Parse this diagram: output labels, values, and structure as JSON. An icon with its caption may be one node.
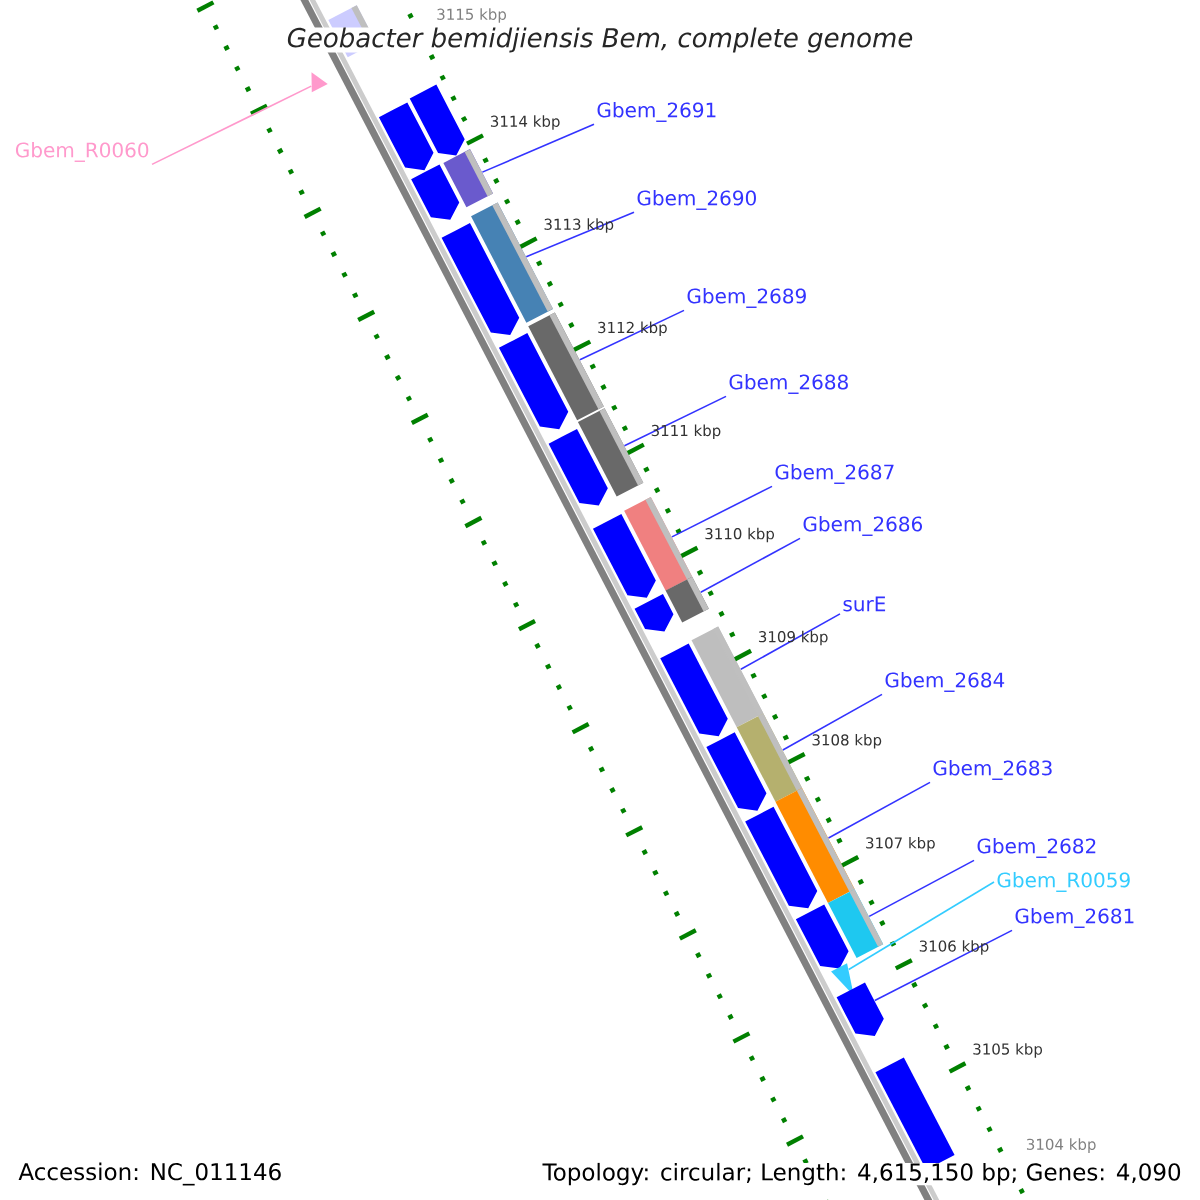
{
  "diagram": {
    "title": "Geobacter bemidjiensis Bem, complete genome",
    "nodes": [
      {
        "text": [
          "Gbem_2691"
        ]
      },
      {
        "text": [
          "Gbem_R0060"
        ]
      },
      {
        "text": [
          "Gbem_2690"
        ]
      },
      {
        "text": [
          "Gbem_2689"
        ]
      },
      {
        "text": [
          "Gbem_2688"
        ]
      },
      {
        "text": [
          "Gbem_2687"
        ]
      },
      {
        "text": [
          "Gbem_2686"
        ]
      },
      {
        "text": [
          "surE"
        ]
      },
      {
        "text": [
          "Gbem_2684"
        ]
      },
      {
        "text": [
          "Gbem_2683"
        ]
      },
      {
        "text": [
          "Gbem_2682"
        ]
      },
      {
        "text": [
          "Gbem_R0059"
        ]
      },
      {
        "text": [
          "Gbem_2681"
        ]
      },
      {
        "text": [],
        "shape": "box"
      },
      {
        "text": [],
        "shape": "arrow"
      },
      {
        "text": [],
        "shape": "arrow"
      },
      {
        "text": [],
        "shape": "arrow"
      },
      {
        "text": [],
        "shape": "box"
      },
      {
        "text": [],
        "shape": "arrow"
      },
      {
        "text": [],
        "shape": "box"
      },
      {
        "text": [],
        "shape": "arrow"
      },
      {
        "text": [],
        "shape": "box"
      },
      {
        "text": [],
        "shape": "arrow"
      },
      {
        "text": [],
        "shape": "box"
      },
      {
        "text": [],
        "shape": "arrow"
      },
      {
        "text": [],
        "shape": "box"
      },
      {
        "text": [],
        "shape": "arrow"
      },
      {
        "text": [],
        "shape": "box"
      },
      {
        "text": [],
        "shape": "arrow"
      },
      {
        "text": [],
        "shape": "box"
      },
      {
        "text": [],
        "shape": "arrow"
      },
      {
        "text": [],
        "shape": "box"
      },
      {
        "text": [],
        "shape": "arrow"
      },
      {
        "text": [],
        "shape": "box"
      },
      {
        "text": [],
        "shape": "arrow"
      },
      {
        "text": [],
        "shape": "box"
      },
      {
        "text": [],
        "shape": "arrow"
      },
      {
        "text": [],
        "shape": "arrow"
      },
      {
        "text": [],
        "shape": "arrow"
      },
      {
        "text": [],
        "shape": "arrow"
      }
    ],
    "edges": [
      {
        "from": 0,
        "to": 17,
        "arrow": "none"
      },
      {
        "from": 1,
        "to": 14,
        "arrow": "none",
        "color": "#ff99cc"
      },
      {
        "from": 2,
        "to": 19,
        "arrow": "none"
      },
      {
        "from": 3,
        "to": 21,
        "arrow": "none"
      },
      {
        "from": 4,
        "to": 23,
        "arrow": "none"
      },
      {
        "from": 5,
        "to": 25,
        "arrow": "none"
      },
      {
        "from": 6,
        "to": 27,
        "arrow": "none"
      },
      {
        "from": 7,
        "to": 29,
        "arrow": "none"
      },
      {
        "from": 8,
        "to": 31,
        "arrow": "none"
      },
      {
        "from": 9,
        "to": 33,
        "arrow": "none"
      },
      {
        "from": 10,
        "to": 35,
        "arrow": "none"
      },
      {
        "from": 11,
        "to": 37,
        "arrow": "none",
        "color": "#33ccff"
      },
      {
        "from": 12,
        "to": 38,
        "arrow": "none"
      }
    ],
    "labels": [
      "3115 kbp",
      "3114 kbp",
      "3113 kbp",
      "3112 kbp",
      "3111 kbp",
      "3110 kbp",
      "3109 kbp",
      "3108 kbp",
      "3107 kbp",
      "3106 kbp",
      "3105 kbp",
      "3104 kbp",
      "Accession: NC_011146",
      "Topology: circular; Length: 4,615,150 bp; Genes: 4,090"
    ]
  }
}
